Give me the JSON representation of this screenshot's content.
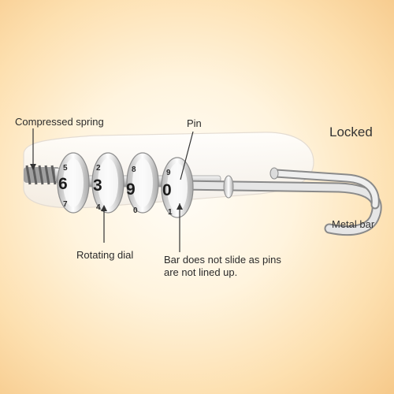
{
  "labels": {
    "spring": "Compressed spring",
    "pin": "Pin",
    "state": "Locked",
    "metal_bar": "Metal bar",
    "dial": "Rotating dial",
    "note_line1": "Bar does not slide as pins",
    "note_line2": "are not lined up."
  },
  "dials": [
    {
      "main": "6",
      "above": "5",
      "below": "7"
    },
    {
      "main": "3",
      "above": "2",
      "below": "4"
    },
    {
      "main": "9",
      "above": "8",
      "below": "0"
    },
    {
      "main": "0",
      "above": "9",
      "below": "1"
    }
  ],
  "colors": {
    "background_center": "#fffdf8",
    "background_edge": "#f6c98a",
    "label_text": "#2b2b2b",
    "metal": "#c9c9c9",
    "leader_line": "#333333"
  }
}
